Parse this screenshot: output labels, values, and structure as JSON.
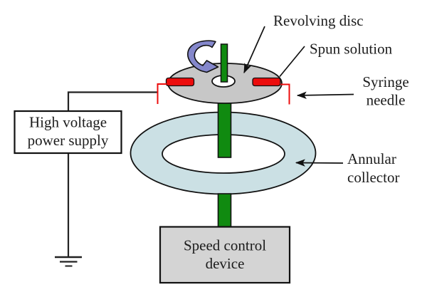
{
  "labels": {
    "revolving_disc": "Revolving disc",
    "spun_solution": "Spun solution",
    "syringe_needle": {
      "line1": "Syringe",
      "line2": "needle"
    },
    "annular_collector": {
      "line1": "Annular",
      "line2": "collector"
    },
    "power_supply": {
      "line1": "High voltage",
      "line2": "power supply"
    },
    "speed_control": {
      "line1": "Speed control",
      "line2": "device"
    }
  },
  "colors": {
    "disc": "#c7c7c7",
    "disc_hole": "#ffffff",
    "shaft": "#108a10",
    "collector_ring": "#cbe0e4",
    "needle": "#ec0c0c",
    "rotation_arrow": "#8487cb",
    "power_supply_box": "#ffffff",
    "speed_control_box": "#d4d4d4",
    "wire": "#222222",
    "outline": "#111111"
  }
}
